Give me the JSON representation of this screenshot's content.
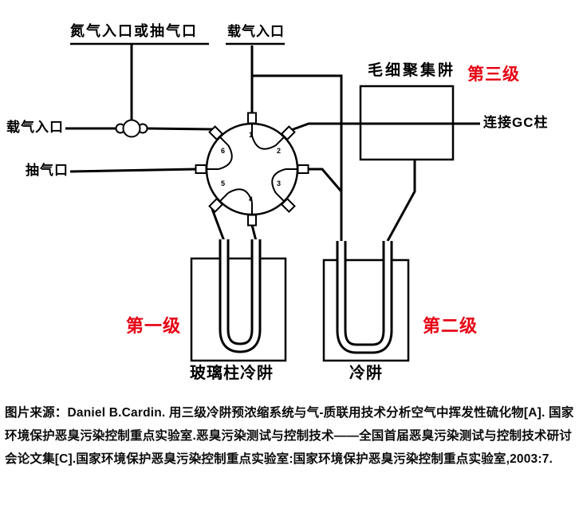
{
  "diagram": {
    "labels": {
      "n2_inlet": "氮气入口或抽气口",
      "carrier_top": "载气入口",
      "carrier_left": "载气入口",
      "pump_port": "抽气口",
      "capillary_trap": "毛细聚集阱",
      "gc_column": "连接GC柱",
      "glass_trap": "玻璃柱冷阱",
      "cold_trap": "冷阱"
    },
    "stages": {
      "stage1": "第一级",
      "stage2": "第二级",
      "stage3": "第三级"
    },
    "valve_ports": [
      "1",
      "2",
      "3",
      "4",
      "5",
      "6"
    ],
    "colors": {
      "stage_red": "#e60012",
      "line_black": "#000000"
    }
  },
  "caption": {
    "text": "图片来源：Daniel B.Cardin. 用三级冷阱预浓缩系统与气-质联用技术分析空气中挥发性硫化物[A]. 国家环境保护恶臭污染控制重点实验室.恶臭污染测试与控制技术——全国首届恶臭污染测试与控制技术研讨会论文集[C].国家环境保护恶臭污染控制重点实验室:国家环境保护恶臭污染控制重点实验室,2003:7."
  }
}
